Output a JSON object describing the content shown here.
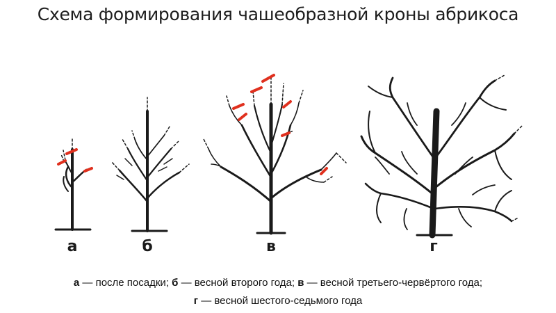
{
  "title": "Схема формирования чашеобразной кроны абрикоса",
  "colors": {
    "branch": "#1a1a1a",
    "cut_mark": "#e0301e"
  },
  "trees": [
    {
      "letter": "а"
    },
    {
      "letter": "б"
    },
    {
      "letter": "в"
    },
    {
      "letter": "г"
    }
  ],
  "caption": {
    "items": [
      {
        "letter": "а",
        "text": " — после посадки; "
      },
      {
        "letter": "б",
        "text": " — весной второго года; "
      },
      {
        "letter": "в",
        "text": " — весной третьего-червёртого года;"
      },
      {
        "letter": "г",
        "text": " — весной шестого-седьмого года"
      }
    ]
  }
}
